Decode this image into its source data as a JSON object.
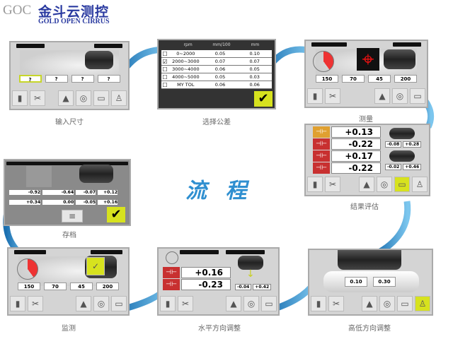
{
  "brand": {
    "watermark": "GOC",
    "name_cn": "金斗云测控",
    "name_en": "GOLD OPEN CIRRUS"
  },
  "center_title": "流 程",
  "accent_color": "#2f8fd0",
  "highlight_color": "#d7e21e",
  "steps": [
    {
      "caption": "输入尺寸",
      "values": [
        "?",
        "?",
        "?",
        "?"
      ]
    },
    {
      "caption": "选择公差",
      "headers": [
        "rpm",
        "mm/100",
        "mm"
      ],
      "rows": [
        {
          "checked": false,
          "range": "0~2000",
          "a": "0.05",
          "b": "0.10"
        },
        {
          "checked": true,
          "range": "2000~3000",
          "a": "0.07",
          "b": "0.07"
        },
        {
          "checked": false,
          "range": "3000~4000",
          "a": "0.06",
          "b": "0.05"
        },
        {
          "checked": false,
          "range": "4000~5000",
          "a": "0.05",
          "b": "0.03"
        },
        {
          "checked": false,
          "range": "MY TOL",
          "a": "0.06",
          "b": "0.06"
        }
      ],
      "confirm": "✔"
    },
    {
      "caption": "测量",
      "values": [
        "150",
        "70",
        "45",
        "200"
      ]
    },
    {
      "caption": "结果评估",
      "vertical": {
        "offset": "+0.13",
        "angle": "-0.22",
        "feet": [
          "-0.08",
          "+0.28"
        ]
      },
      "horizontal": {
        "offset": "+0.17",
        "angle": "-0.22",
        "feet": [
          "-0.02",
          "+0.46"
        ]
      }
    },
    {
      "caption": "存档",
      "row1": [
        "-0.92",
        "-0.64",
        "-0.07",
        "+0.12"
      ],
      "row2": [
        "+0.34",
        "0.00",
        "-0.05",
        "+0.16"
      ],
      "confirm": "✔"
    },
    {
      "caption": "监测",
      "values": [
        "150",
        "70",
        "45",
        "200"
      ]
    },
    {
      "caption": "水平方向调整",
      "offset": "+0.16",
      "angle": "-0.23",
      "feet": [
        "-0.04",
        "+0.42"
      ]
    },
    {
      "caption": "高低方向调整",
      "values": [
        "0.10",
        "0.30"
      ]
    }
  ]
}
